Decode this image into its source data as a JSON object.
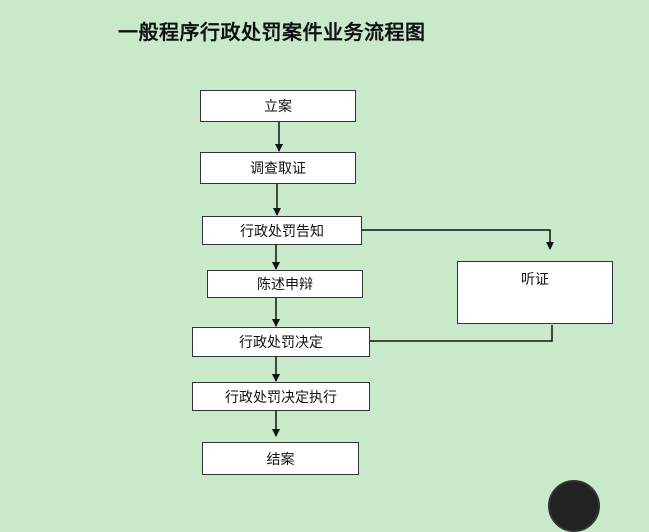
{
  "diagram": {
    "title": "一般程序行政处罚案件业务流程图",
    "steps": {
      "filing": "立案",
      "investigation": "调查取证",
      "notice": "行政处罚告知",
      "statement": "陈述申辩",
      "hearing": "听证",
      "decision": "行政处罚决定",
      "execution": "行政处罚决定执行",
      "closing": "结案"
    }
  }
}
